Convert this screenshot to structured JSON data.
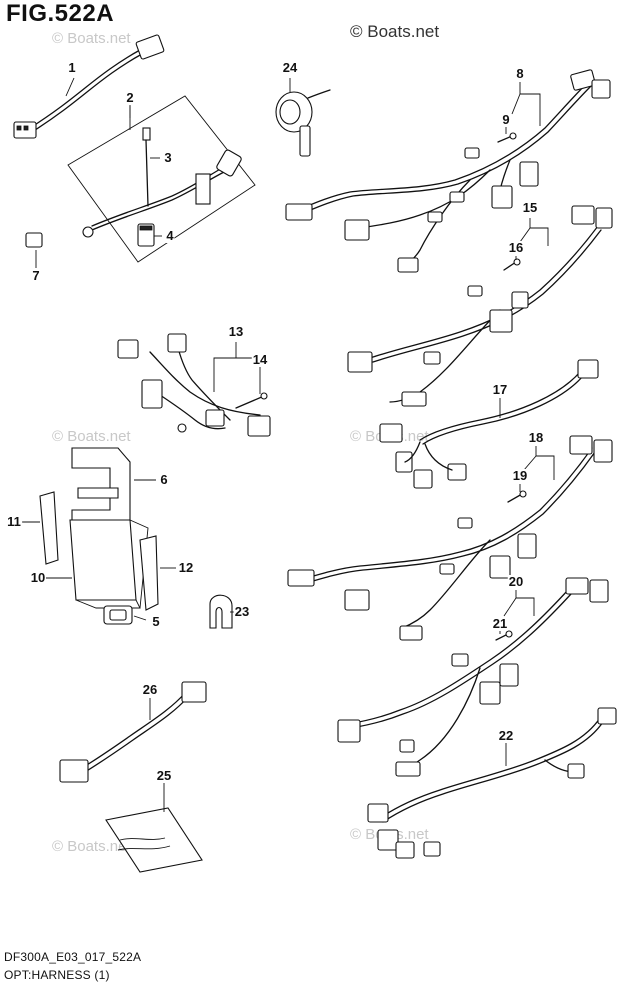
{
  "figure": {
    "title": "FIG.522A",
    "drawing_code": "DF300A_E03_017_522A",
    "description": "OPT:HARNESS (1)"
  },
  "watermarks": {
    "main": "© Boats.net",
    "faint": "© Boats.net"
  },
  "callouts": [
    "1",
    "2",
    "3",
    "4",
    "5",
    "6",
    "7",
    "8",
    "9",
    "10",
    "11",
    "12",
    "13",
    "14",
    "15",
    "16",
    "17",
    "18",
    "19",
    "20",
    "21",
    "22",
    "23",
    "24",
    "25",
    "26"
  ]
}
